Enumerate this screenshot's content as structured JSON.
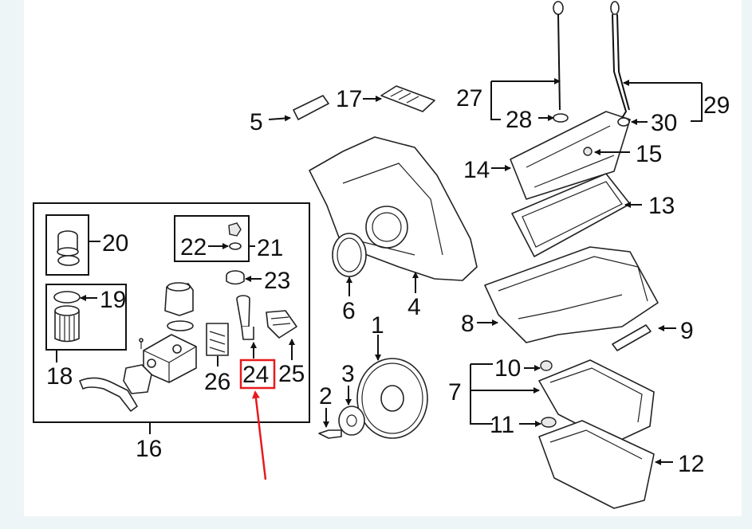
{
  "callouts": {
    "c1": "1",
    "c2": "2",
    "c3": "3",
    "c4": "4",
    "c5": "5",
    "c6": "6",
    "c7": "7",
    "c8": "8",
    "c9": "9",
    "c10": "10",
    "c11": "11",
    "c12": "12",
    "c13": "13",
    "c14": "14",
    "c15": "15",
    "c16": "16",
    "c17": "17",
    "c18": "18",
    "c19": "19",
    "c20": "20",
    "c21": "21",
    "c22": "22",
    "c23": "23",
    "c24": "24",
    "c25": "25",
    "c26": "26",
    "c27": "27",
    "c28": "28",
    "c29": "29",
    "c30": "30"
  },
  "highlight": {
    "part": "24",
    "color": "#e8191d"
  }
}
